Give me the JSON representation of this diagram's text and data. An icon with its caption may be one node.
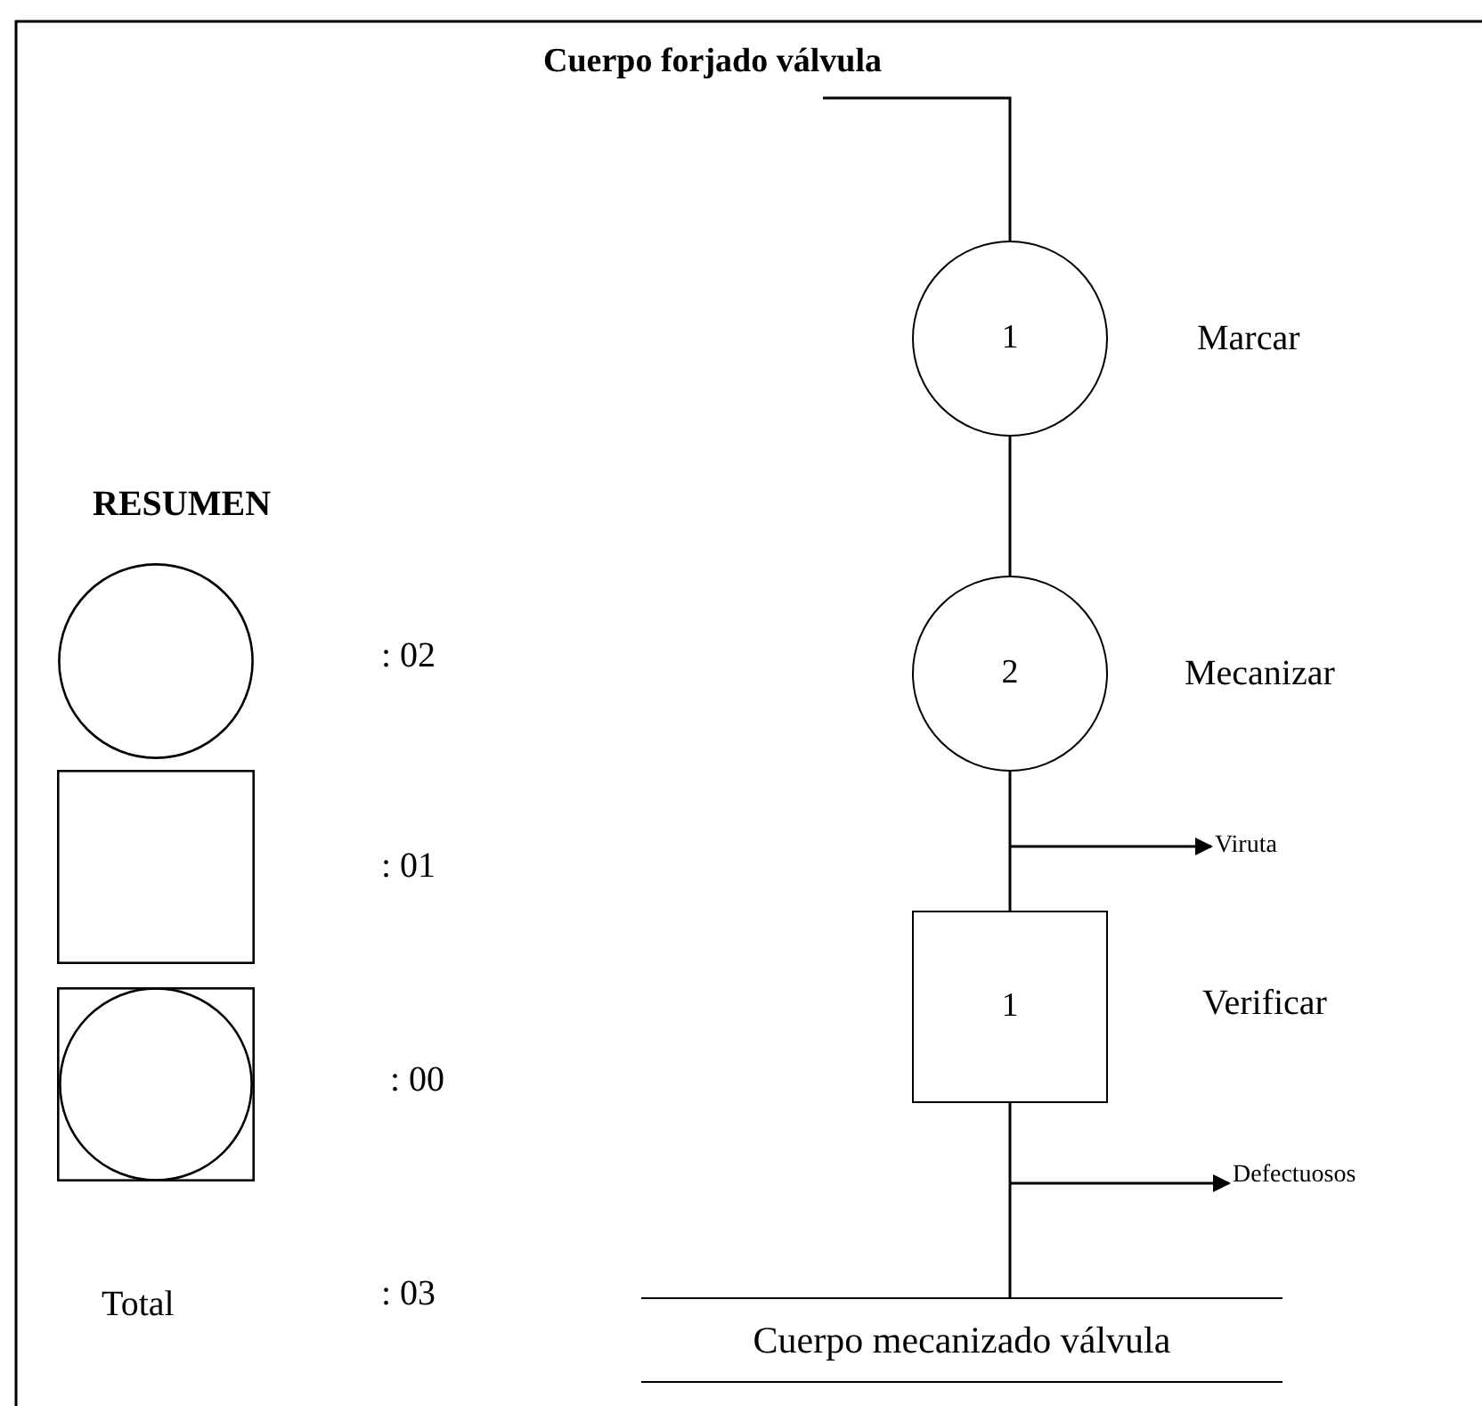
{
  "diagram": {
    "nodes": [
      {
        "text": [
          "Cuerpo forjado válvula"
        ]
      },
      {
        "text": [
          "1"
        ],
        "beside": [
          "Marcar"
        ]
      },
      {
        "text": [
          "2"
        ],
        "beside": [
          "Mecanizar"
        ]
      },
      {
        "text": [
          "1"
        ],
        "beside": [
          "Verificar"
        ]
      },
      {
        "text": [
          "Cuerpo mecanizado válvula"
        ]
      },
      {
        "text": [
          "Viruta"
        ]
      },
      {
        "text": [
          "Defectuosos"
        ]
      },
      {
        "text": [],
        "shape": "circle"
      },
      {
        "text": [],
        "shape": "box"
      },
      {
        "text": [],
        "shape": "combined"
      }
    ],
    "edges": [
      {
        "from": 0,
        "to": 1,
        "arrow": "none"
      },
      {
        "from": 1,
        "to": 2,
        "arrow": "none"
      },
      {
        "from": 2,
        "to": 3,
        "arrow": "none"
      },
      {
        "from": 3,
        "to": 4,
        "arrow": "none"
      },
      {
        "from": null,
        "to": 5,
        "arrow": "to"
      },
      {
        "from": null,
        "to": 6,
        "arrow": "to"
      }
    ],
    "labels": [
      "RESUMEN",
      ": 02",
      ": 01",
      ": 00",
      "Total",
      ": 03"
    ]
  }
}
